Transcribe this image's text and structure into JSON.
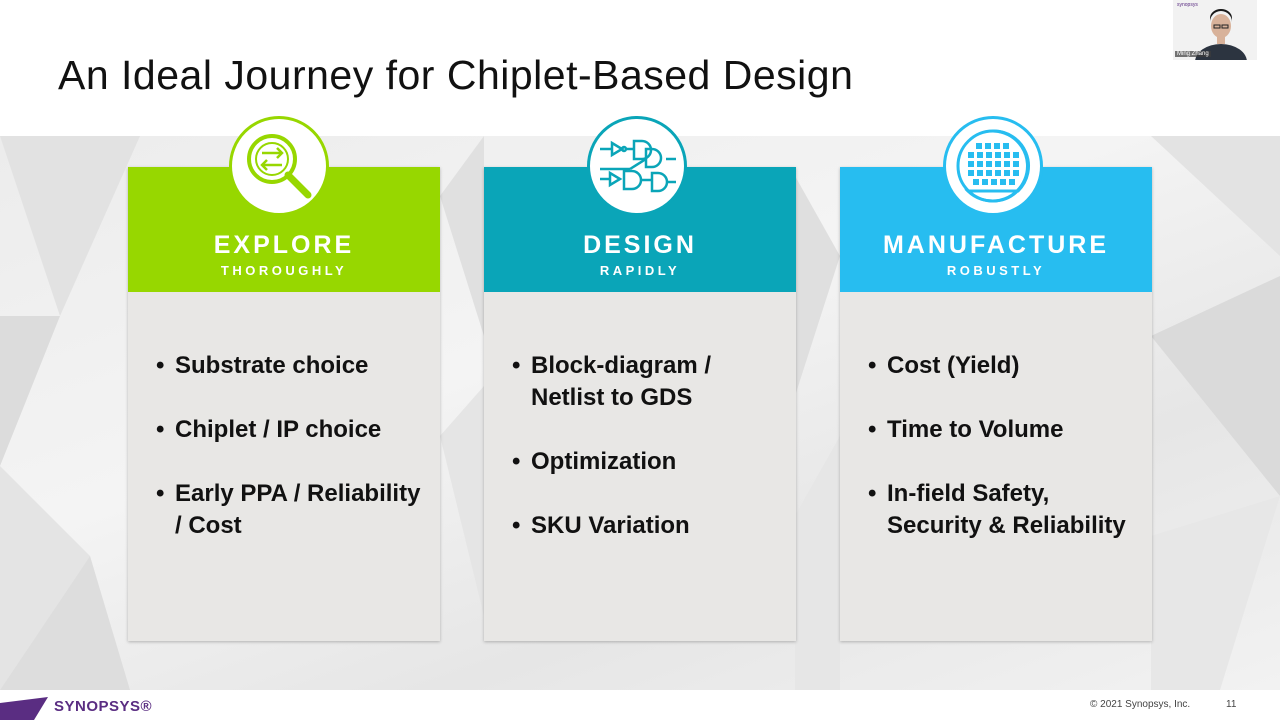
{
  "slide": {
    "title": "An Ideal Journey for Chiplet-Based Design",
    "page_number": "11",
    "copyright": "© 2021 Synopsys, Inc.",
    "logo_text": "SYNOPSYS®"
  },
  "webcam": {
    "name": "Ming Zhang",
    "logo": "synopsys"
  },
  "cards": [
    {
      "title": "EXPLORE",
      "subtitle": "THOROUGHLY",
      "color": "#97d700",
      "icon": "magnifier-exchange-icon",
      "bullets": [
        "Substrate choice",
        "Chiplet / IP choice",
        "Early PPA / Reliability / Cost"
      ]
    },
    {
      "title": "DESIGN",
      "subtitle": "RAPIDLY",
      "color": "#0aa5b8",
      "icon": "logic-gates-icon",
      "bullets": [
        "Block-diagram / Netlist to GDS",
        "Optimization",
        "SKU Variation"
      ]
    },
    {
      "title": "MANUFACTURE",
      "subtitle": "ROBUSTLY",
      "color": "#27bdf0",
      "icon": "wafer-icon",
      "bullets": [
        "Cost (Yield)",
        "Time to Volume",
        "In-field Safety, Security & Reliability"
      ]
    }
  ]
}
